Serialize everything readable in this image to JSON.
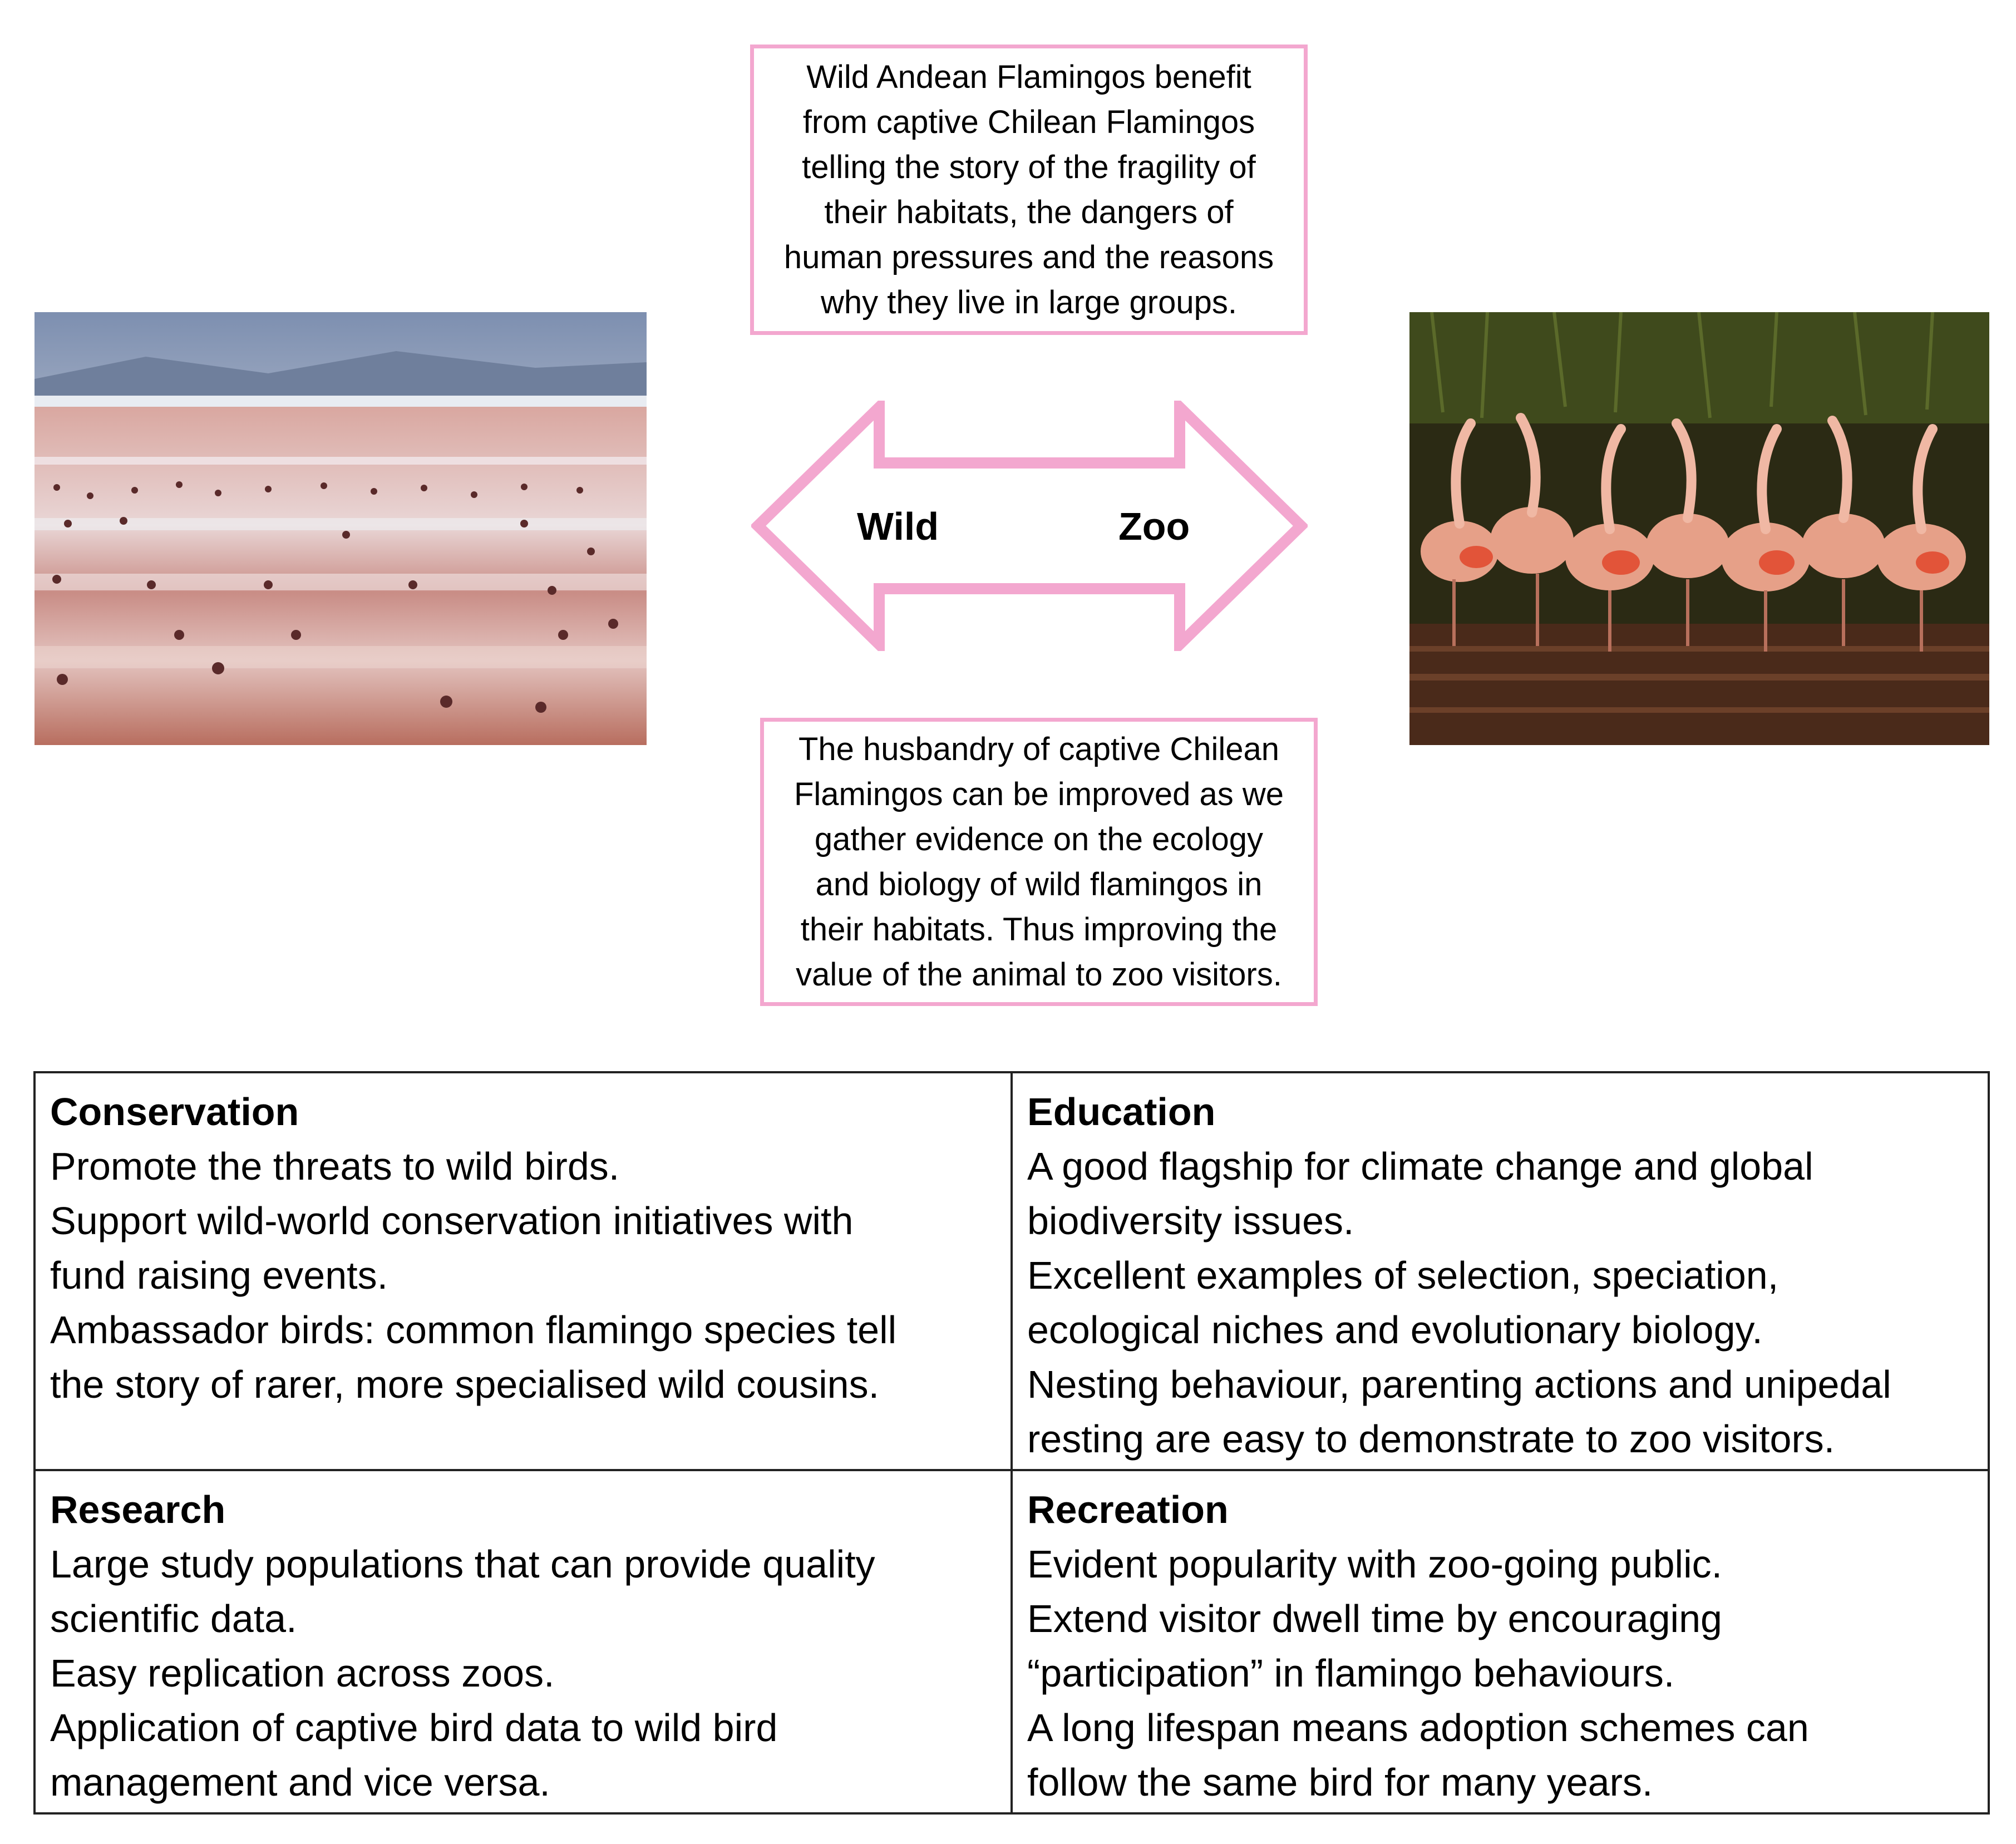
{
  "top_box": {
    "text": "Wild Andean Flamingos benefit\nfrom captive Chilean Flamingos\ntelling the story of the fragility of\ntheir habitats, the dangers of\nhuman pressures and the reasons\nwhy they live in large groups."
  },
  "bottom_box": {
    "text": "The husbandry of captive Chilean\nFlamingos can be improved as we\ngather evidence on the ecology\nand biology of wild flamingos in\ntheir habitats. Thus improving the\nvalue of the animal to zoo visitors."
  },
  "arrow": {
    "left_label": "Wild",
    "right_label": "Zoo",
    "color": "#f3a7cf"
  },
  "images": {
    "wild": "wild-flamingo-lagoon-photo",
    "zoo": "zoo-flamingo-flock-photo"
  },
  "table": {
    "conservation": {
      "title": "Conservation",
      "lines": [
        "Promote the threats to wild birds.",
        "Support wild-world conservation initiatives with",
        "fund raising events.",
        "Ambassador birds: common flamingo species tell",
        "the story of rarer, more specialised wild cousins."
      ]
    },
    "education": {
      "title": "Education",
      "lines": [
        "A good flagship for climate change and global",
        "biodiversity issues.",
        "Excellent examples of selection, speciation,",
        "ecological niches and evolutionary biology.",
        "Nesting behaviour, parenting actions and unipedal",
        "resting are easy to demonstrate to zoo visitors."
      ]
    },
    "research": {
      "title": "Research",
      "lines": [
        "Large study populations that can provide quality",
        "scientific data.",
        "Easy replication across zoos.",
        "Application of captive bird data to wild bird",
        "management and vice versa."
      ]
    },
    "recreation": {
      "title": "Recreation",
      "lines": [
        "Evident popularity with zoo-going public.",
        "Extend visitor dwell time by encouraging",
        "“participation” in flamingo behaviours.",
        "A long lifespan means adoption schemes can",
        "follow the same bird for many years."
      ]
    }
  }
}
